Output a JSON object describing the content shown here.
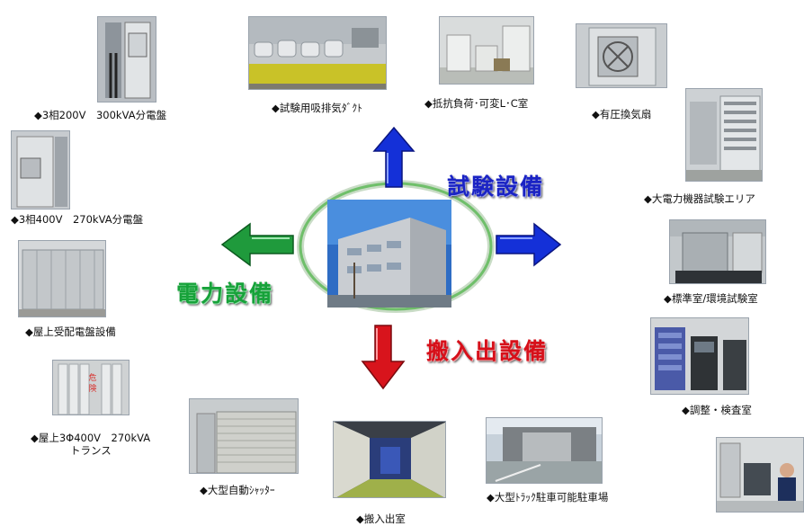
{
  "hub": {
    "equipment_heading": "試験設備",
    "power_heading": "電力設備",
    "loading_heading": "搬入出設備"
  },
  "colors": {
    "up_arrow": "#1430d8",
    "right_arrow": "#1430d8",
    "left_arrow": "#1f9a3c",
    "down_arrow": "#d8141c",
    "ring": "#6fbf6a"
  },
  "items": {
    "panel_3ph_200v": "◆3相200V　300kVA分電盤",
    "panel_3ph_400v": "◆3相400V　270kVA分電盤",
    "rooftop_substation": "◆屋上受配電盤設備",
    "rooftop_transformer_line1": "◆屋上3Φ400V　270kVA",
    "rooftop_transformer_line2": "トランス",
    "exhaust_duct": "◆試験用吸排気ﾀﾞｸﾄ",
    "resistive_load": "◆抵抗負荷･可変L･C室",
    "pressure_fan": "◆有圧換気扇",
    "high_power_area": "◆大電力機器試験エリア",
    "standard_room": "◆標準室/環境試験室",
    "inspection_room": "◆調整・検査室",
    "shutter": "◆大型自動ｼｬｯﾀｰ",
    "loading_room": "◆搬入出室",
    "truck_parking": "◆大型ﾄﾗｯｸ駐車可能駐車場"
  },
  "danger_sign": "危険"
}
